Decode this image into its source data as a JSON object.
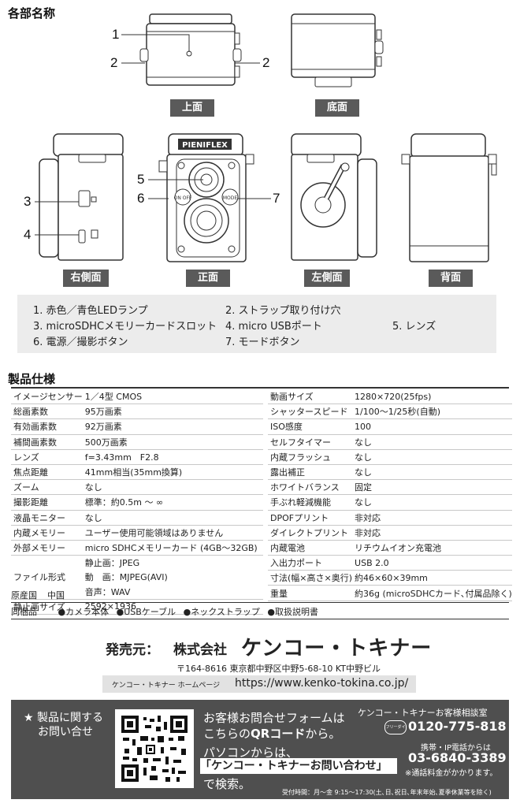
{
  "parts_section": {
    "title": "各部名称",
    "views": {
      "top": "上面",
      "bottom": "底面",
      "right_side": "右側面",
      "front": "正面",
      "left_side": "左側面",
      "back": "背面"
    },
    "callouts": [
      "1",
      "2",
      "2",
      "3",
      "4",
      "5",
      "6",
      "7"
    ],
    "camera_brand": "PIENIFLEX",
    "button_on_off": "ON OFF",
    "button_mode": "MODE",
    "legend": [
      "1. 赤色／青色LEDランプ",
      "2. ストラップ取り付け穴",
      "3. microSDHCメモリーカードスロット",
      "4. micro USBポート",
      "5. レンズ",
      "6. 電源／撮影ボタン",
      "7. モードボタン"
    ]
  },
  "spec_section": {
    "title": "製品仕様",
    "left_rows": [
      [
        "イメージセンサー",
        "1／4型 CMOS"
      ],
      [
        "総画素数",
        "95万画素"
      ],
      [
        "有効画素数",
        "92万画素"
      ],
      [
        "補間画素数",
        "500万画素"
      ],
      [
        "レンズ",
        "f=3.43mm　F2.8"
      ],
      [
        "焦点距離",
        "41mm相当(35mm換算)"
      ],
      [
        "ズーム",
        "なし"
      ],
      [
        "撮影距離",
        "標準：約0.5m ～ ∞"
      ],
      [
        "液晶モニター",
        "なし"
      ],
      [
        "内蔵メモリー",
        "ユーザー使用可能領域はありません"
      ],
      [
        "外部メモリー",
        "micro SDHCメモリーカード (4GB～32GB)"
      ]
    ],
    "file_format_label": "ファイル形式",
    "file_formats": [
      "静止画：JPEG",
      "動　画：MJPEG(AVI)",
      "音声：WAV"
    ],
    "still_size": [
      "静止画サイズ",
      "2592×1936"
    ],
    "right_rows": [
      [
        "動画サイズ",
        "1280×720(25fps)"
      ],
      [
        "シャッタースピード",
        "1/100～1/25秒(自動)"
      ],
      [
        "ISO感度",
        "100"
      ],
      [
        "セルフタイマー",
        "なし"
      ],
      [
        "内蔵フラッシュ",
        "なし"
      ],
      [
        "露出補正",
        "なし"
      ],
      [
        "ホワイトバランス",
        "固定"
      ],
      [
        "手ぶれ軽減機能",
        "なし"
      ],
      [
        "DPOFプリント",
        "非対応"
      ],
      [
        "ダイレクトプリント",
        "非対応"
      ],
      [
        "内蔵電池",
        "リチウムイオン充電池"
      ],
      [
        "入出力ポート",
        "USB 2.0"
      ],
      [
        "寸法(幅×高さ×奥行)",
        "約46×60×39mm"
      ],
      [
        "重量",
        "約36g (microSDHCカード､付属品除く)"
      ]
    ],
    "origin": [
      "原産国",
      "中国"
    ],
    "bundled_label": "同梱品",
    "bundled_items": [
      "●カメラ本体",
      "●USBケーブル",
      "●ネックストラップ",
      "●取扱説明書"
    ]
  },
  "seller": {
    "prefix": "発売元：",
    "company_type": "株式会社",
    "company_name": "ケンコー・トキナー",
    "address": "〒164-8616 東京都中野区中野5-68-10 KT中野ビル",
    "homepage_label": "ケンコー・トキナー ホームページ",
    "homepage_url": "https://www.kenko-tokina.co.jp/"
  },
  "contact": {
    "heading_line1": "★ 製品に関する",
    "heading_line2": "お問い合せ",
    "form_line1": "お客様お問合せフォームは",
    "form_line2_pre": "こちらの",
    "form_line2_bold": "QRコード",
    "form_line2_post": "から。",
    "pc_line": "パソコンからは、",
    "search_phrase": "「ケンコー・トキナーお問い合わせ」",
    "search_suffix": "で検索。",
    "center_name": "ケンコー・トキナーお客様相談室",
    "free_dial_label": "フリーダイヤル",
    "free_dial": "0120-775-818",
    "mobile_label": "携帯・IP電話からは",
    "mobile_number": "03-6840-3389",
    "mobile_note": "※通話料金がかかります。",
    "hours": "受付時間：月～金 9:15～17:30(土､日､祝日､年末年始､夏季休業等を除く)"
  },
  "colors": {
    "label_bg": "#5a5a5a",
    "legend_bg": "#ececec",
    "footer_bg": "#4f4f4f",
    "url_bar_bg": "#e2e2e2"
  }
}
